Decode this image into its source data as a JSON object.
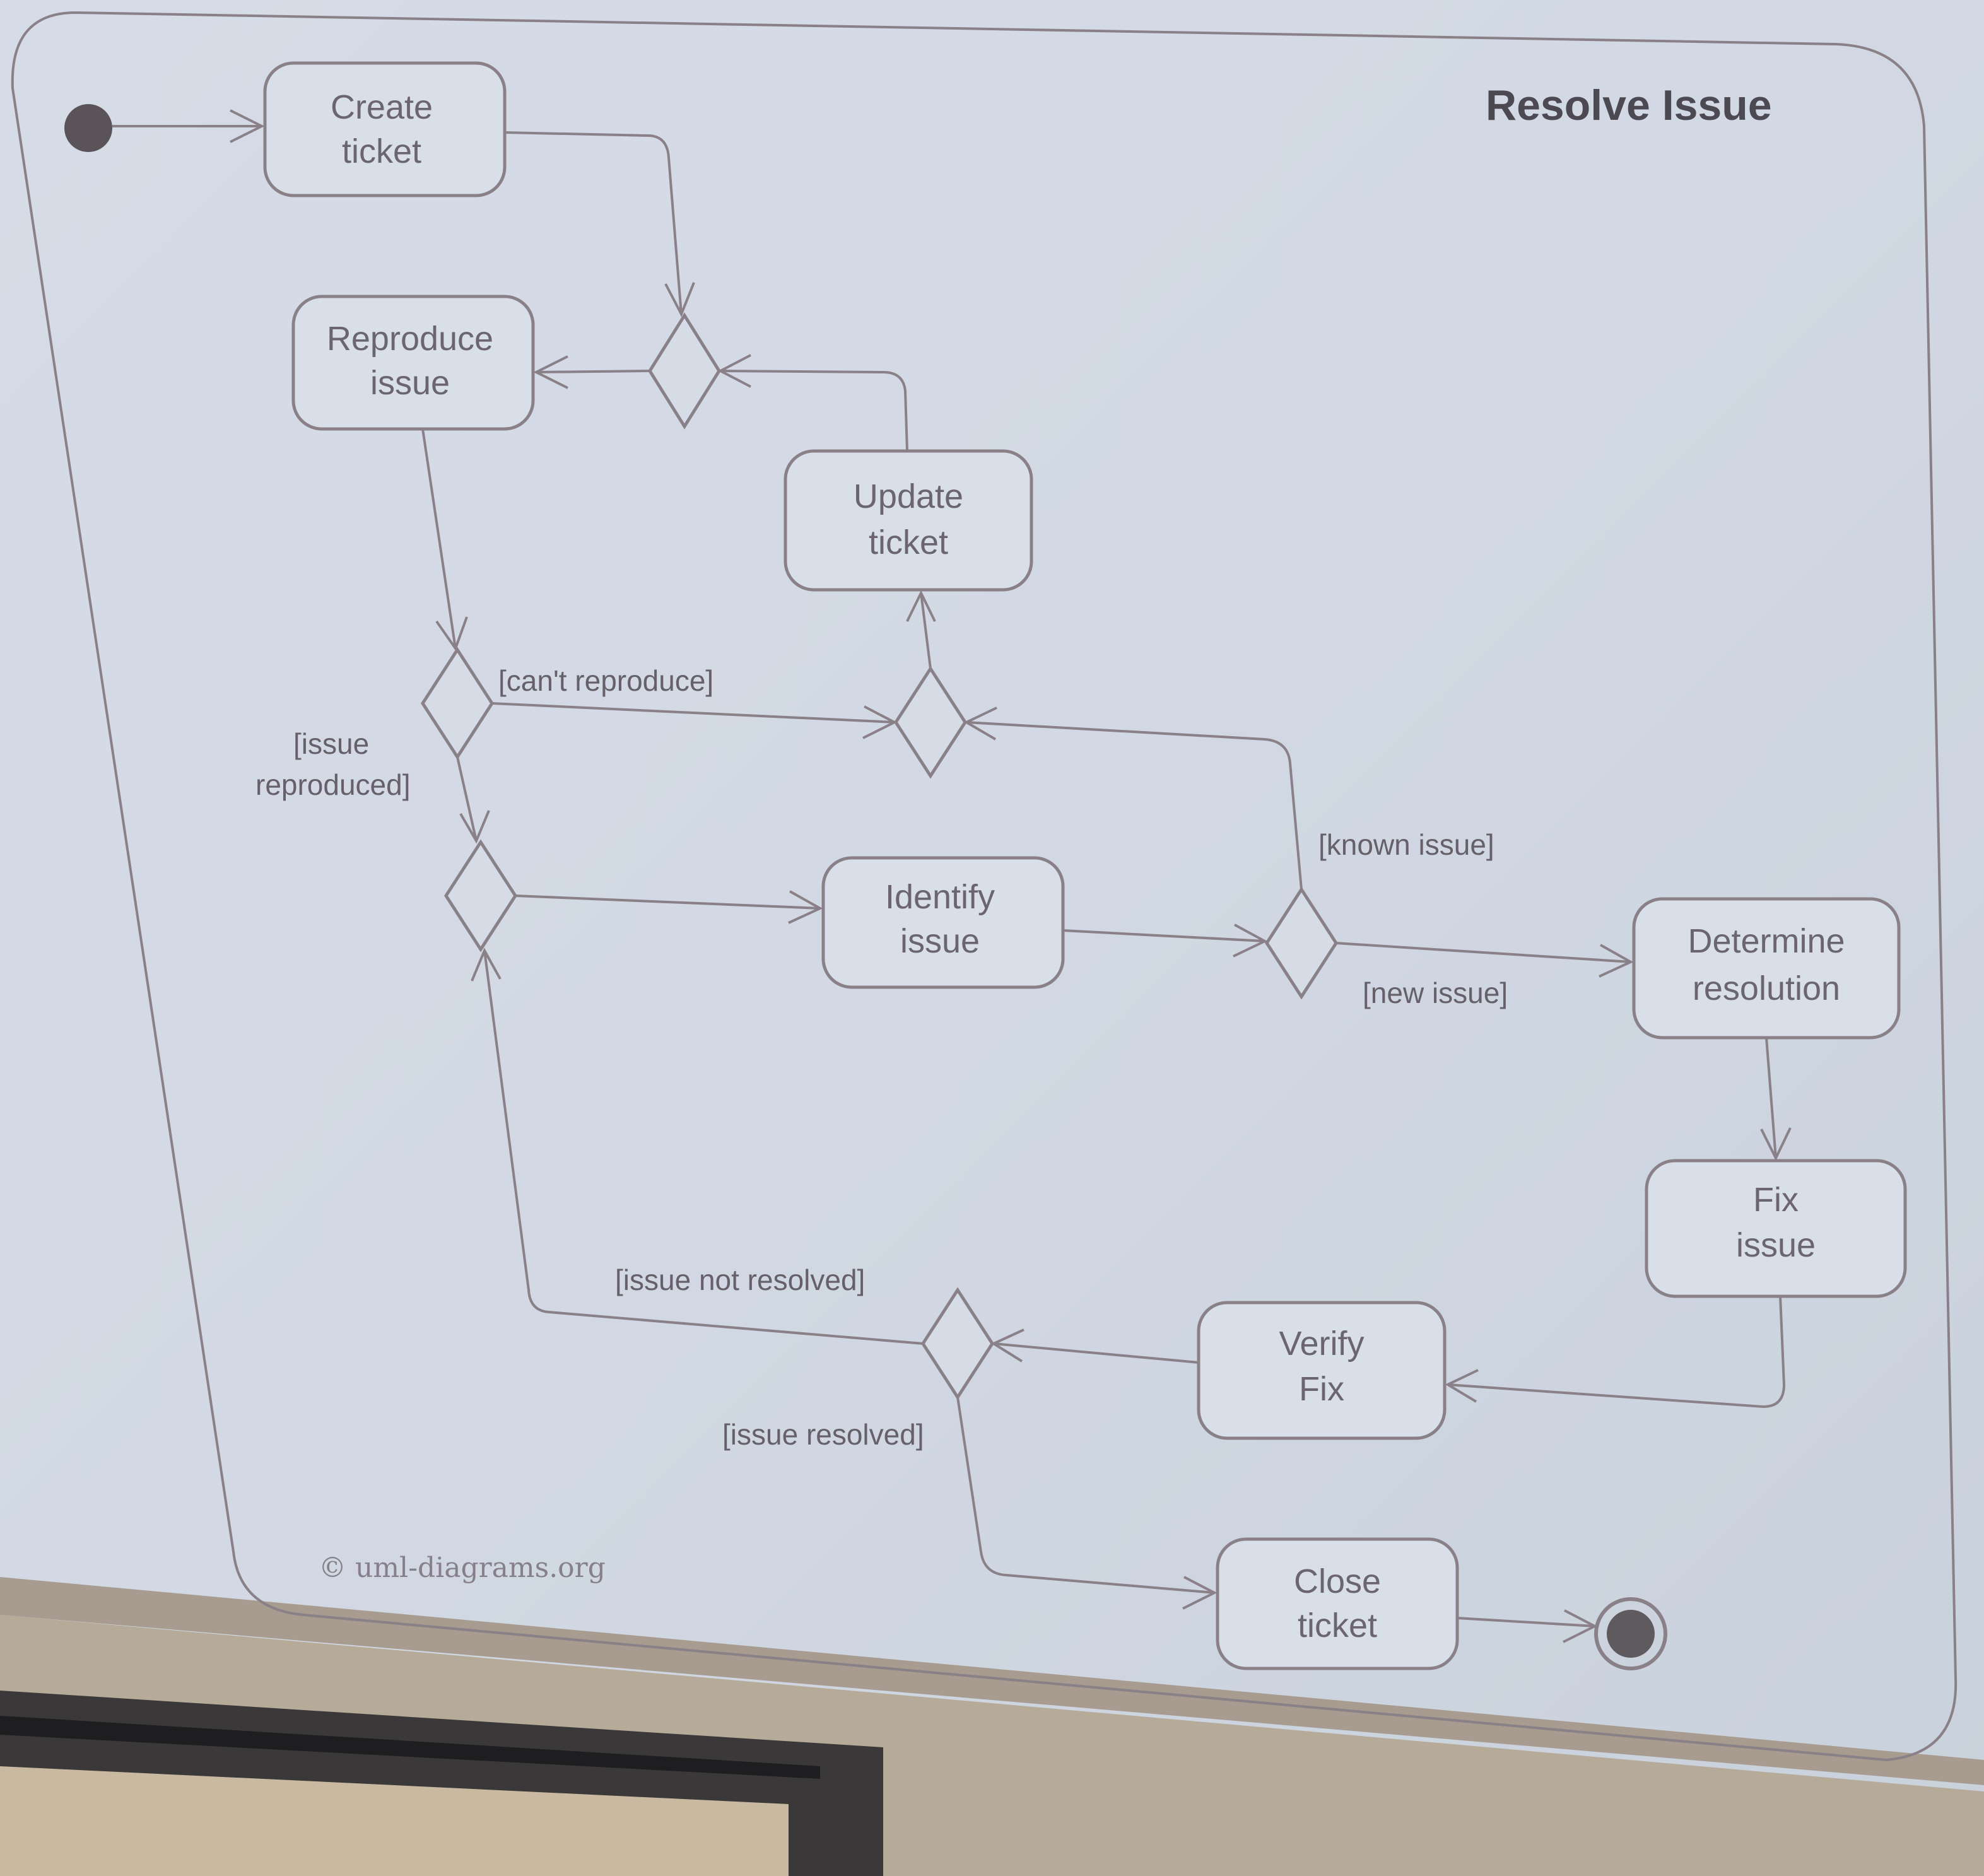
{
  "diagram": {
    "title": "Resolve Issue",
    "copyright": "© uml-diagrams.org",
    "nodes": {
      "create_ticket": [
        "Create",
        "ticket"
      ],
      "reproduce_issue": [
        "Reproduce",
        "issue"
      ],
      "update_ticket": [
        "Update",
        "ticket"
      ],
      "identify_issue": [
        "Identify",
        "issue"
      ],
      "determine_resolution": [
        "Determine",
        "resolution"
      ],
      "fix_issue": [
        "Fix",
        "issue"
      ],
      "verify_fix": [
        "Verify",
        "Fix"
      ],
      "close_ticket": [
        "Close",
        "ticket"
      ]
    },
    "guards": {
      "cant_reproduce": "[can't reproduce]",
      "issue_reproduced": [
        "[issue",
        "reproduced]"
      ],
      "known_issue": "[known issue]",
      "new_issue": "[new issue]",
      "issue_not_resolved": "[issue not resolved]",
      "issue_resolved": "[issue resolved]"
    }
  },
  "colors": {
    "screen": "#d4dae5",
    "line": "#8a8088",
    "text": "#6b6570",
    "bezel": "#2b2a2c",
    "wall": "#b8ab9a"
  }
}
